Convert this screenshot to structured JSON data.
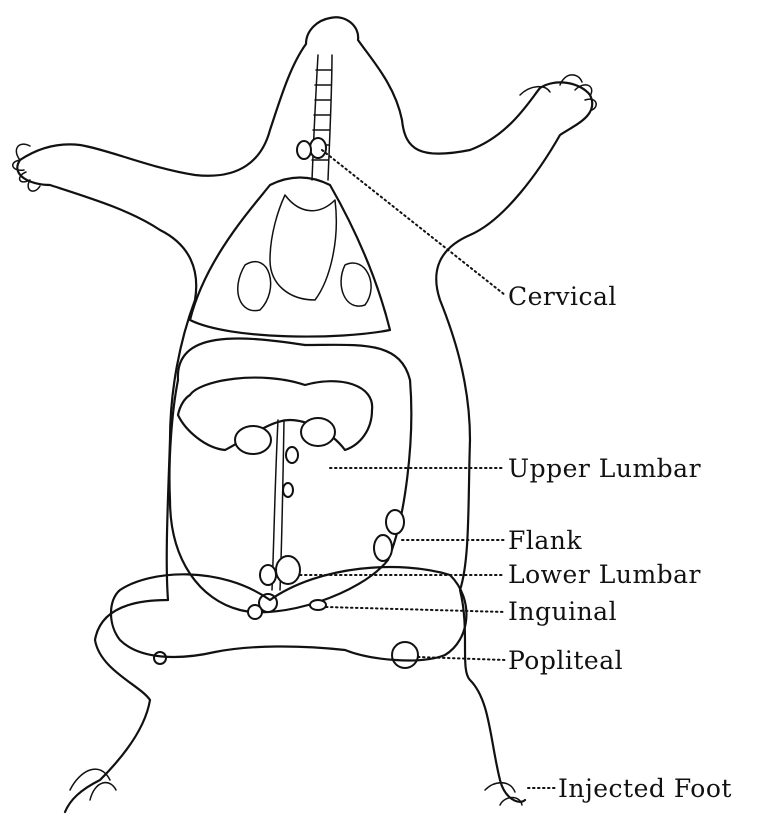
{
  "figure": {
    "labels": {
      "cervical": "Cervical",
      "upper_lumbar": "Upper Lumbar",
      "flank": "Flank",
      "lower_lumbar": "Lower Lumbar",
      "inguinal": "Inguinal",
      "popliteal": "Popliteal",
      "injected_foot": "Injected Foot"
    }
  }
}
